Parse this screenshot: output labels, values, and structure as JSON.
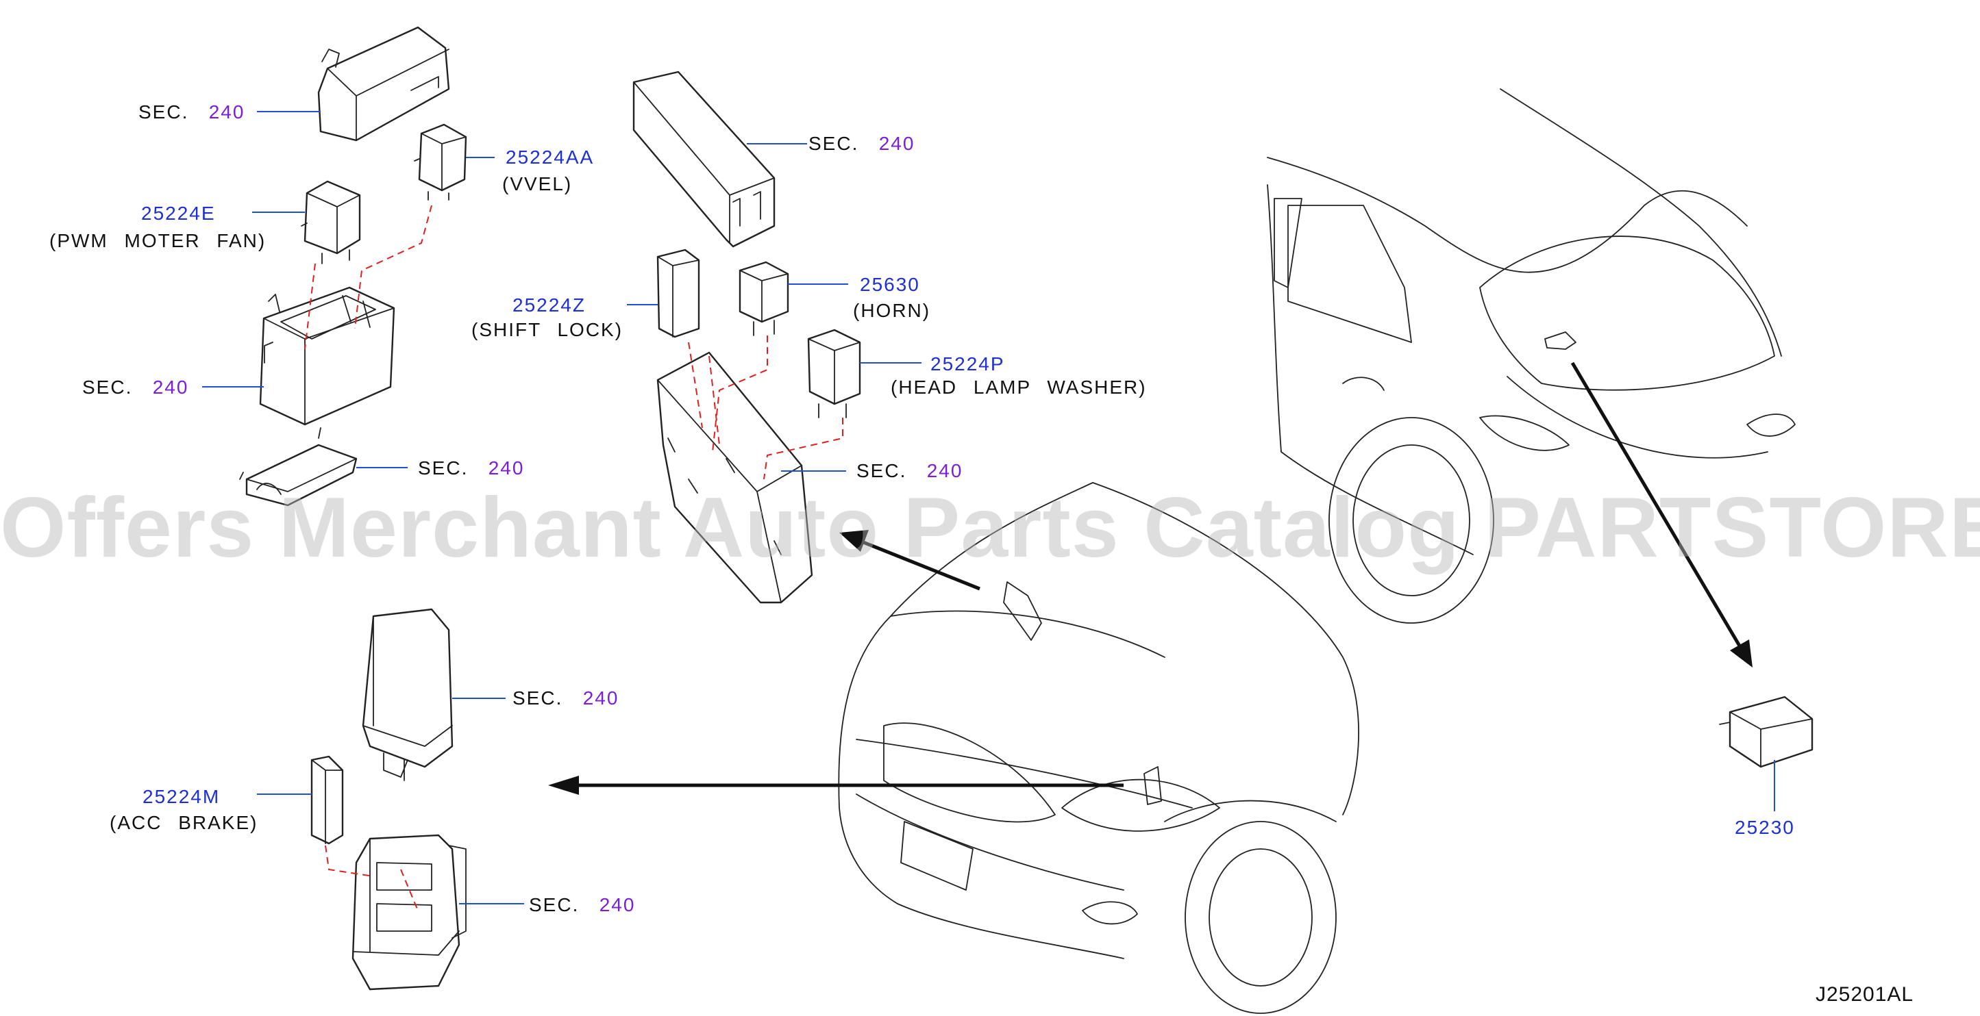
{
  "title": "",
  "diagram_code": "J25201AL",
  "watermark": "Offers Merchant Auto Parts Catalog PARTSTORE.SA",
  "colors": {
    "section_number": "#7a1fd6",
    "part_number": "#1f2fd6",
    "leader": "#1f4fd6",
    "hidden_line": "#e02020"
  },
  "callouts": [
    {
      "id": "c1",
      "sec": "SEC.",
      "num": "240"
    },
    {
      "id": "c2",
      "part_number": "25224AA",
      "description": "(VVEL)"
    },
    {
      "id": "c3",
      "part_number": "25224E",
      "description": "(PWM MOTER FAN)"
    },
    {
      "id": "c4",
      "sec": "SEC.",
      "num": "240"
    },
    {
      "id": "c5",
      "sec": "SEC.",
      "num": "240"
    },
    {
      "id": "c6",
      "sec": "SEC.",
      "num": "240"
    },
    {
      "id": "c7",
      "part_number": "25224Z",
      "description": "(SHIFT LOCK)"
    },
    {
      "id": "c8",
      "part_number": "25630",
      "description": "(HORN)"
    },
    {
      "id": "c9",
      "part_number": "25224P",
      "description": "(HEAD LAMP WASHER)"
    },
    {
      "id": "c10",
      "sec": "SEC.",
      "num": "240"
    },
    {
      "id": "c11",
      "sec": "SEC.",
      "num": "240"
    },
    {
      "id": "c12",
      "part_number": "25224M",
      "description": "(ACC BRAKE)"
    },
    {
      "id": "c13",
      "sec": "SEC.",
      "num": "240"
    },
    {
      "id": "c14",
      "part_number": "25230"
    }
  ]
}
